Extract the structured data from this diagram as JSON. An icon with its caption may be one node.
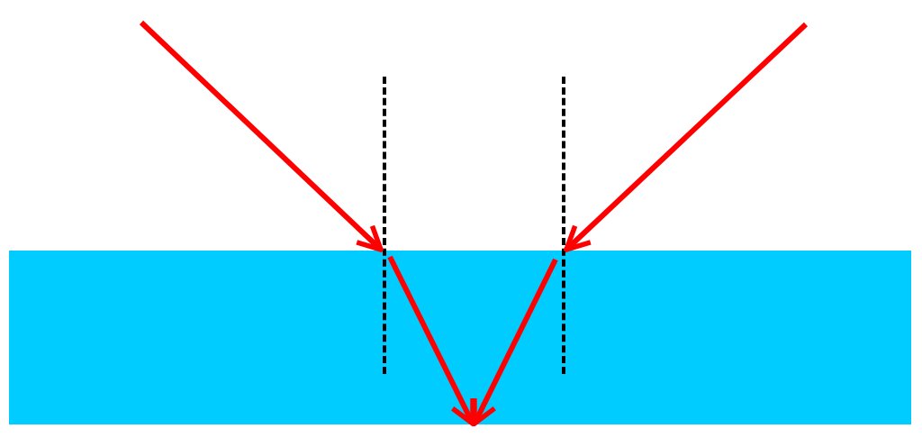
{
  "diagram": {
    "nodes": [
      {
        "text": [],
        "shape": "box"
      },
      {
        "text": [],
        "shape": "line"
      },
      {
        "text": [],
        "shape": "line"
      }
    ],
    "edges": [
      {
        "from": null,
        "to": 1,
        "arrow": "to"
      },
      {
        "from": 1,
        "to": 0,
        "arrow": "to"
      },
      {
        "from": null,
        "to": 2,
        "arrow": "to"
      },
      {
        "from": 2,
        "to": 0,
        "arrow": "to"
      }
    ]
  }
}
